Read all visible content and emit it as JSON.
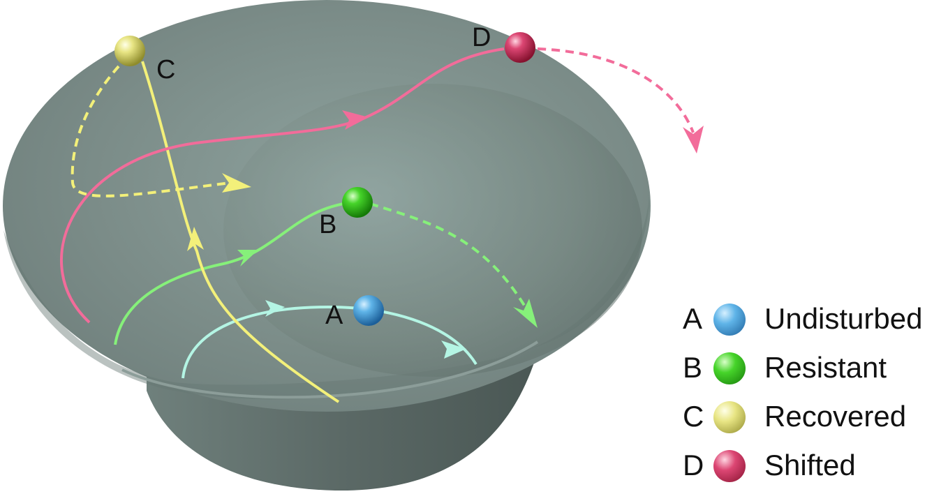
{
  "colors": {
    "background": "#ffffff",
    "bowl_rim": "#7e8f8b",
    "bowl_body": "#5e6c69",
    "undisturbed": "#4aa0d8",
    "resistant": "#33c21a",
    "recovered": "#e2e07a",
    "shifted": "#d23a63",
    "path_undisturbed": "#b4f5e4",
    "path_resistant": "#86f07a",
    "path_recovered": "#f3f07a",
    "path_shifted": "#f26c9a"
  },
  "balls": [
    {
      "id": "A",
      "label": "A",
      "state": "Undisturbed"
    },
    {
      "id": "B",
      "label": "B",
      "state": "Resistant"
    },
    {
      "id": "C",
      "label": "C",
      "state": "Recovered"
    },
    {
      "id": "D",
      "label": "D",
      "state": "Shifted"
    }
  ],
  "legend": [
    {
      "letter": "A",
      "label": "Undisturbed",
      "icon": "blue-ball-icon"
    },
    {
      "letter": "B",
      "label": "Resistant",
      "icon": "green-ball-icon"
    },
    {
      "letter": "C",
      "label": "Recovered",
      "icon": "yellow-ball-icon"
    },
    {
      "letter": "D",
      "label": "Shifted",
      "icon": "red-ball-icon"
    }
  ]
}
